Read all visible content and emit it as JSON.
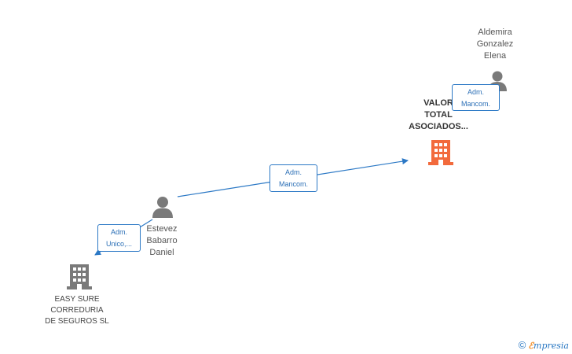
{
  "nodes": {
    "person_top": {
      "lines": [
        "Aldemira",
        "Gonzalez",
        "Elena"
      ]
    },
    "company_top": {
      "lines": [
        "VALOR",
        "TOTAL",
        "ASOCIADOS..."
      ],
      "color": "#f26a3c"
    },
    "person_mid": {
      "lines": [
        "Estevez",
        "Babarro",
        "Daniel"
      ]
    },
    "company_bottom": {
      "lines": [
        "EASY SURE",
        "CORREDURIA",
        "DE SEGUROS SL"
      ],
      "color": "#7a7a7a"
    }
  },
  "edges": {
    "top": {
      "line1": "Adm.",
      "line2": "Mancom."
    },
    "middle": {
      "line1": "Adm.",
      "line2": "Mancom."
    },
    "left": {
      "line1": "Adm.",
      "line2": "Unico,..."
    }
  },
  "colors": {
    "edge": "#2b78c5",
    "person_icon": "#7a7a7a"
  },
  "brand": {
    "copyright": "©",
    "e": "ℰ",
    "rest": "mpresia"
  }
}
